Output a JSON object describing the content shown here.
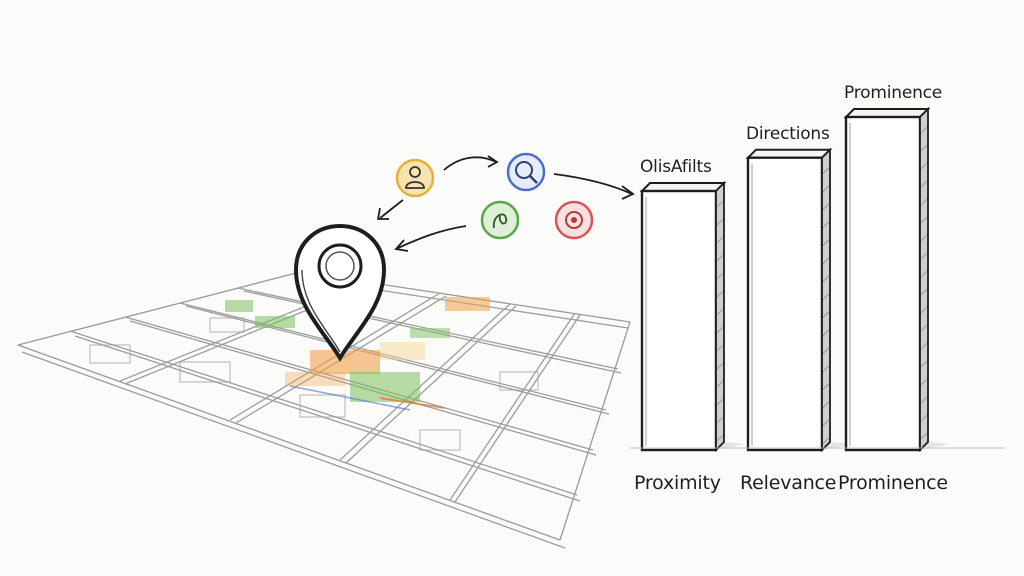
{
  "diagram": {
    "map": {
      "pin_icon": "map-pin-icon"
    },
    "signal_icons": [
      {
        "icon": "person-icon",
        "color": "#e3b23c"
      },
      {
        "icon": "search-icon",
        "color": "#4a6fc9"
      },
      {
        "icon": "plant-icon",
        "color": "#5aa64a"
      },
      {
        "icon": "target-icon",
        "color": "#d95454"
      }
    ],
    "bars": [
      {
        "top_label": "OlisAfilts",
        "bottom_label": "Proximity",
        "height": 0.7
      },
      {
        "top_label": "Directions",
        "bottom_label": "Relevance",
        "height": 0.79
      },
      {
        "top_label": "Prominence",
        "bottom_label": "Prominence",
        "height": 0.9
      }
    ],
    "colors": {
      "ink": "#2a2a2a",
      "highlight_green": "#7cc05a",
      "highlight_orange": "#f0a24a"
    }
  }
}
